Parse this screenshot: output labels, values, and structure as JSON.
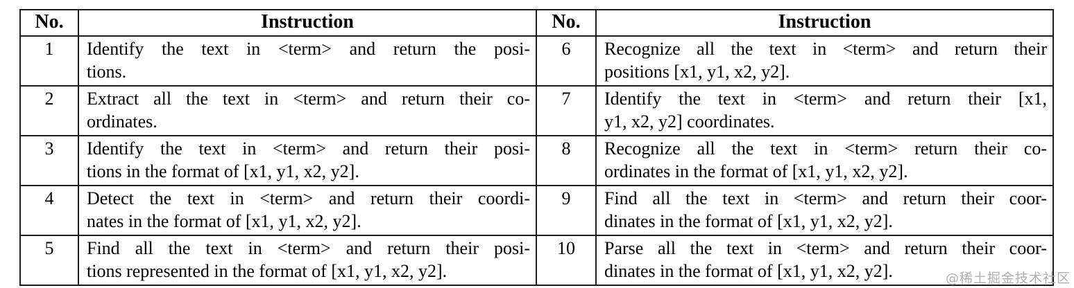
{
  "table": {
    "header": {
      "no": "No.",
      "instruction": "Instruction"
    },
    "left_rows": [
      {
        "no": "1",
        "line1": "Identify the text in <term> and return the posi-",
        "line2": "tions."
      },
      {
        "no": "2",
        "line1": "Extract all the text in <term> and return their co-",
        "line2": "ordinates."
      },
      {
        "no": "3",
        "line1": "Identify the text in <term> and return their posi-",
        "line2": "tions in the format of [x1, y1, x2, y2]."
      },
      {
        "no": "4",
        "line1": "Detect the text in <term> and return their coordi-",
        "line2": "nates in the format of [x1, y1, x2, y2]."
      },
      {
        "no": "5",
        "line1": "Find all the text in <term> and return their posi-",
        "line2": "tions represented in the format of [x1, y1, x2, y2]."
      }
    ],
    "right_rows": [
      {
        "no": "6",
        "line1": "Recognize all the text in <term> and return their",
        "line2": "positions [x1, y1, x2, y2]."
      },
      {
        "no": "7",
        "line1": "Identify the text in <term> and return their [x1,",
        "line2": "y1, x2, y2] coordinates."
      },
      {
        "no": "8",
        "line1": "Recognize all the text in <term> return their co-",
        "line2": "ordinates in the format of [x1, y1, x2, y2]."
      },
      {
        "no": "9",
        "line1": "Find all the text in <term> and return their coor-",
        "line2": "dinates in the format of [x1, y1, x2, y2]."
      },
      {
        "no": "10",
        "line1": "Parse all the text in <term> and return their coor-",
        "line2": "dinates in the format of [x1, y1, x2, y2]."
      }
    ]
  },
  "watermark": "@稀土掘金技术社区"
}
